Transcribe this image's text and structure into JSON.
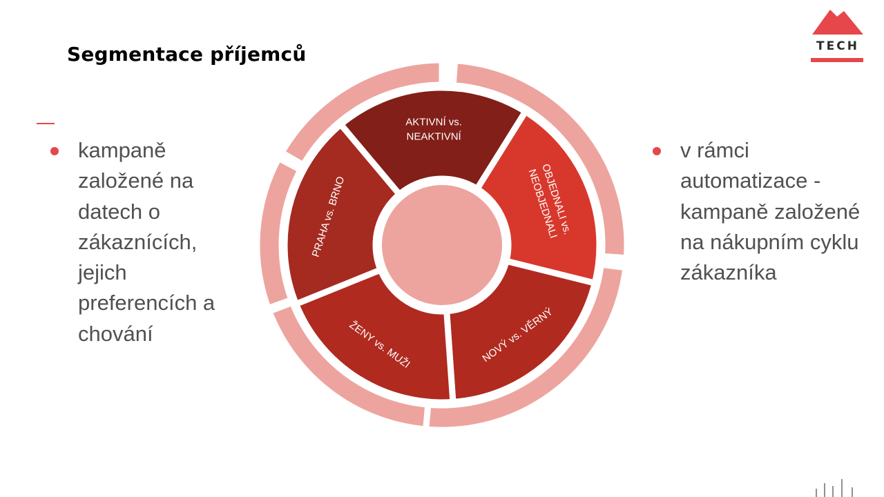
{
  "slide": {
    "title": "Segmentace příjemců",
    "left_bullet": "kampaně založené na datech o zákaznících, jejich preferencích a chování",
    "right_bullet": "v rámci automatizace - kampaně založené na nákupním cyklu zákazníka"
  },
  "logo": {
    "text": "TECH",
    "color": "#e5474b"
  },
  "diagram": {
    "segments": [
      {
        "line1": "AKTIVNÍ vs.",
        "line2": "NEAKTIVNÍ",
        "color": "#811f18"
      },
      {
        "line1": "OBJEDNALI vs.",
        "line2": "NEOBJEDNALI",
        "color": "#d8382c"
      },
      {
        "line1": "NOVÝ vs. VĚRNÝ",
        "line2": "",
        "color": "#b02a20"
      },
      {
        "line1": "ŽENY vs. MUŽI",
        "line2": "",
        "color": "#b02a20"
      },
      {
        "line1": "PRAHA vs. BRNO",
        "line2": "",
        "color": "#a52a20"
      }
    ],
    "outer_ring_color": "#eda49e",
    "center_color": "#eda49e"
  }
}
